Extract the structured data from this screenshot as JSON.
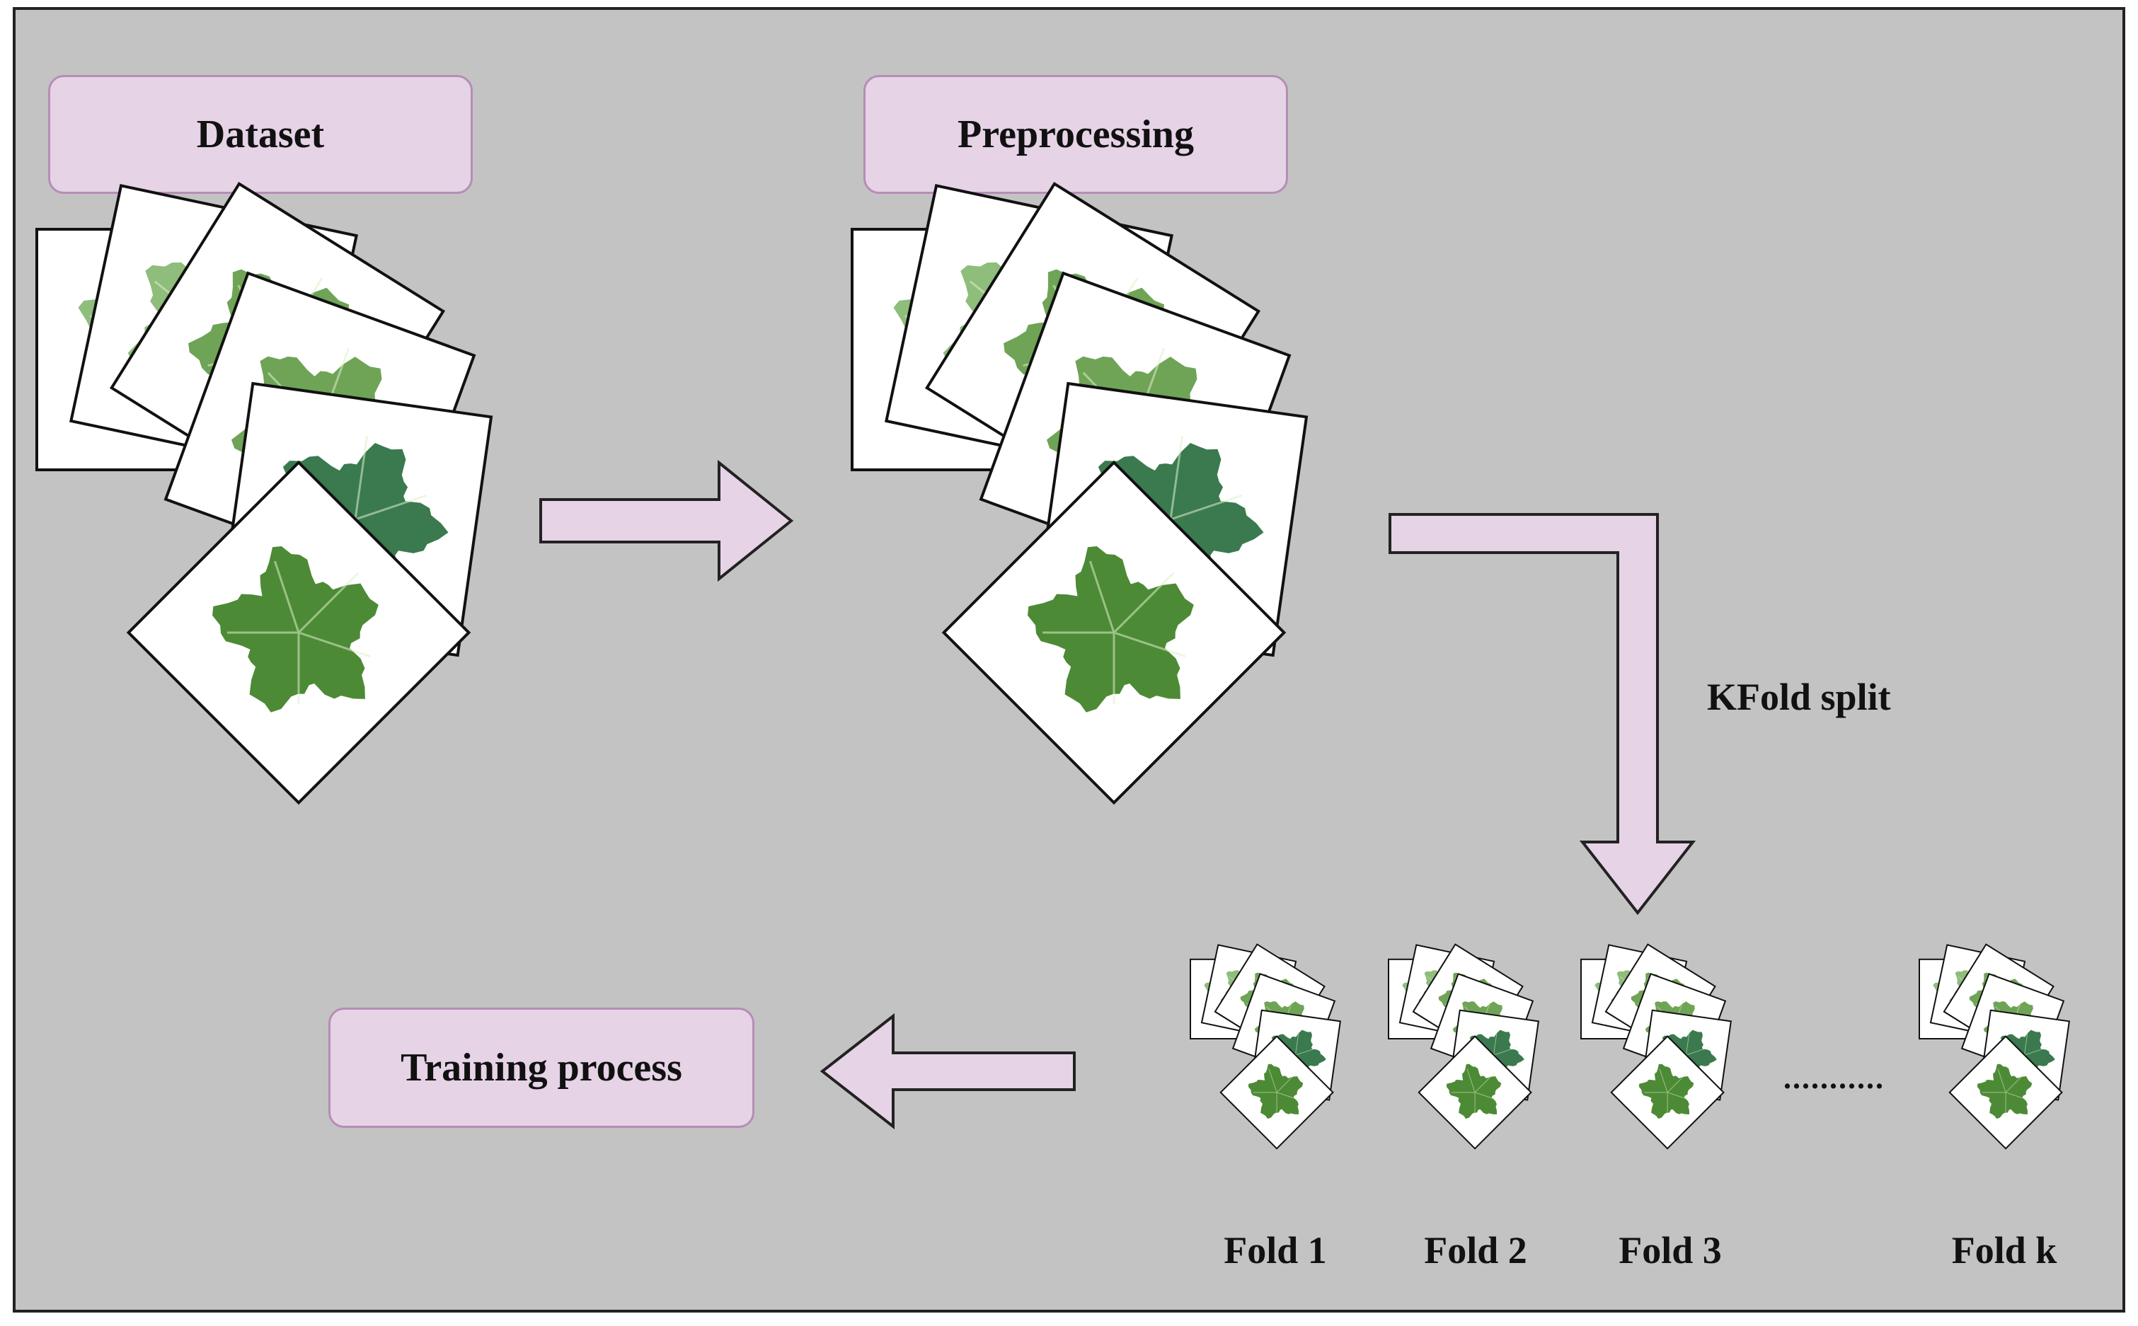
{
  "boxes": {
    "dataset": "Dataset",
    "preprocessing": "Preprocessing",
    "training": "Training process"
  },
  "kfold_label": "KFold split",
  "ellipsis": "...........",
  "folds": [
    "Fold 1",
    "Fold 2",
    "Fold 3",
    "Fold k"
  ],
  "colors": {
    "background": "#c3c3c3",
    "box_fill": "#e6d3e6",
    "box_border": "#b48eb4",
    "arrow_fill": "#e6d3e6",
    "leaf_dark": "#4d8a36",
    "leaf_mid": "#6fa457",
    "leaf_light": "#8fbd7c",
    "leaf_teal": "#3a7a4e"
  },
  "icons": [
    "leaf-image-stack-icon"
  ]
}
